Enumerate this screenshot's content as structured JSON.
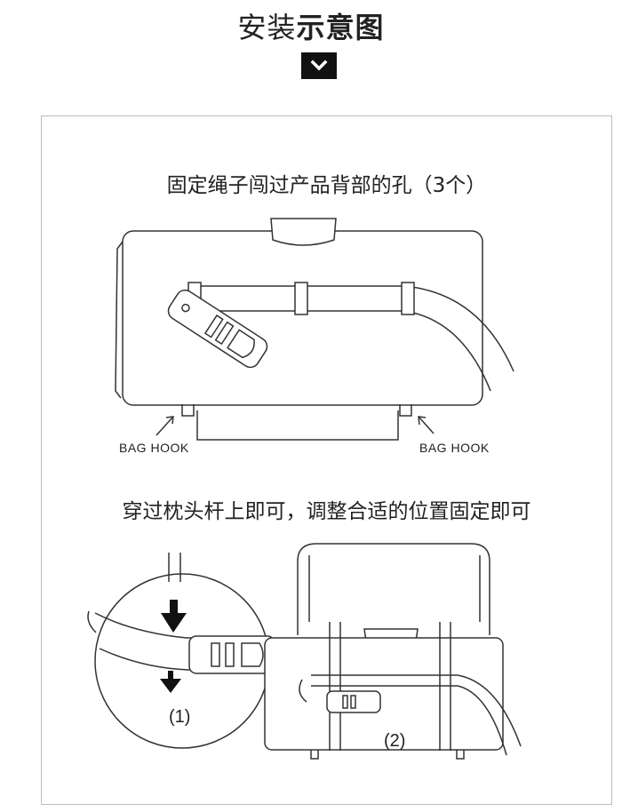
{
  "header": {
    "title_regular": "安装",
    "title_bold": "示意图",
    "chevron_icon": "chevron-down-icon"
  },
  "step1": {
    "caption": "固定绳子闯过产品背部的孔（3个）",
    "hook_left": "BAG HOOK",
    "hook_right": "BAG HOOK"
  },
  "step2": {
    "caption": "穿过枕头杆上即可，调整合适的位置固定即可",
    "label_1": "(1)",
    "label_2": "(2)"
  },
  "colors": {
    "line": "#333333",
    "background": "#ffffff",
    "badge": "#111111"
  }
}
